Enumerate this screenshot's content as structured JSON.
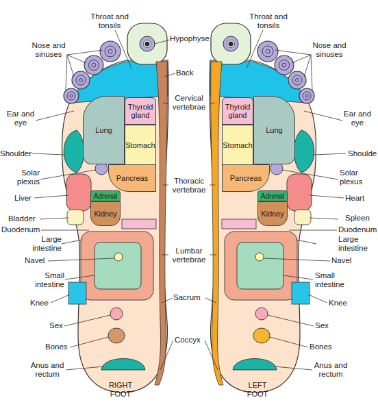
{
  "diagram": {
    "nodes": [
      {
        "text": [
          "RIGHT FOOT"
        ]
      },
      {
        "text": [
          "Lung"
        ],
        "in": 0
      },
      {
        "text": [
          "Thyroid gland"
        ],
        "in": 0
      },
      {
        "text": [
          "Stomach"
        ],
        "in": 0
      },
      {
        "text": [
          "Pancreas"
        ],
        "in": 0
      },
      {
        "text": [
          "Adrenal"
        ],
        "in": 0
      },
      {
        "text": [
          "Kidney"
        ],
        "in": 0
      },
      {
        "text": [
          "LEFT FOOT"
        ]
      },
      {
        "text": [
          "Thyroid gland"
        ],
        "in": 7
      },
      {
        "text": [
          "Lung"
        ],
        "in": 7
      },
      {
        "text": [
          "Stomach"
        ],
        "in": 7
      },
      {
        "text": [
          "Pancreas"
        ],
        "in": 7
      },
      {
        "text": [
          "Adrenal"
        ],
        "in": 7
      },
      {
        "text": [
          "Kidney"
        ],
        "in": 7
      }
    ],
    "labels": [
      "Throat and tonsils",
      "Throat and tonsils",
      "Nose and sinuses",
      "Hypophyse",
      "Nose and sinuses",
      "Back",
      "Cervical vertebrae",
      "Ear and eye",
      "Ear and eye",
      "Shoulder",
      "Shoulde",
      "Solar plexus",
      "Solar plexus",
      "Thoracic vertebrae",
      "Liver",
      "Heart",
      "Bladder",
      "Spleen",
      "Duodenum",
      "Duodenum",
      "Large intestine",
      "Large intestine",
      "Lumbar vertebrae",
      "Navel",
      "Navel",
      "Small intestine",
      "Small intestine",
      "Sacrum",
      "Knee",
      "Knee",
      "Sex",
      "Sex",
      "Coccyx",
      "Bones",
      "Bones",
      "Anus and rectum",
      "Anus and rectum"
    ]
  }
}
